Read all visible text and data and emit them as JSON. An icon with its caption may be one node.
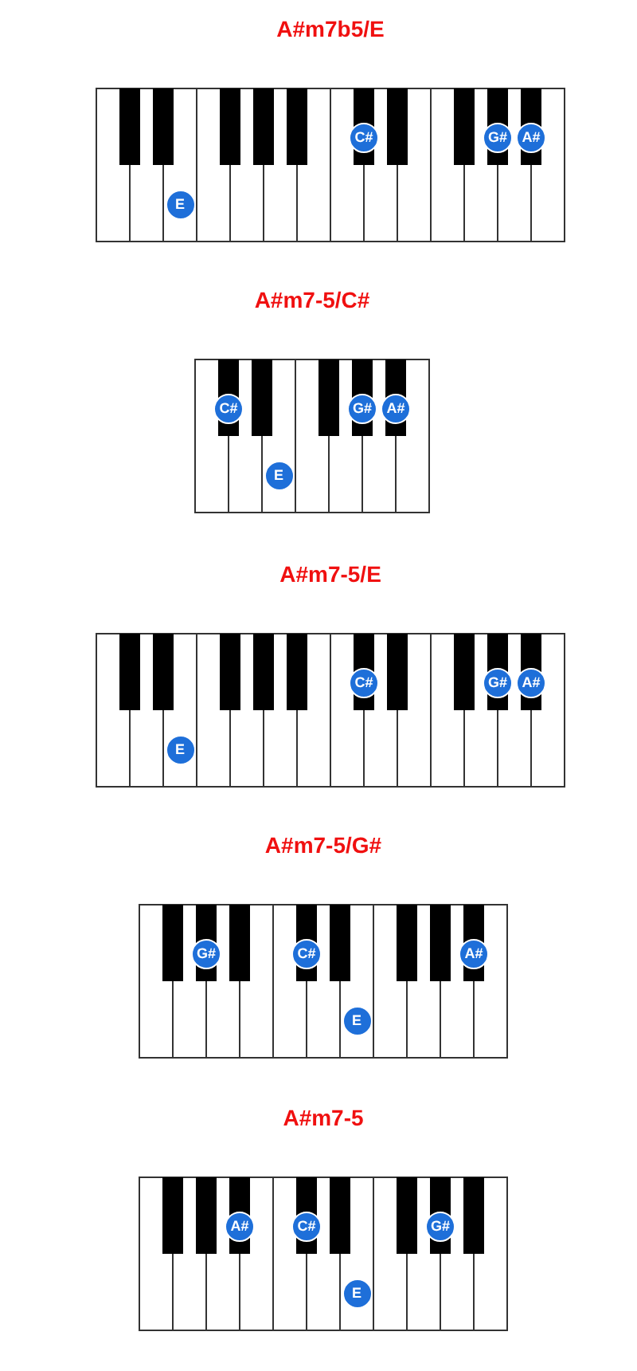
{
  "diagram": {
    "nodes": [
      {
        "text": [
          "A#m7b5/E"
        ]
      },
      {
        "text": [
          "E"
        ],
        "in": 0
      },
      {
        "text": [
          "C#"
        ],
        "in": 0
      },
      {
        "text": [
          "G#"
        ],
        "in": 0
      },
      {
        "text": [
          "A#"
        ],
        "in": 0
      },
      {
        "text": [
          "A#m7-5/C#"
        ]
      },
      {
        "text": [
          "C#"
        ],
        "in": 5
      },
      {
        "text": [
          "E"
        ],
        "in": 5
      },
      {
        "text": [
          "G#"
        ],
        "in": 5
      },
      {
        "text": [
          "A#"
        ],
        "in": 5
      },
      {
        "text": [
          "A#m7-5/E"
        ]
      },
      {
        "text": [
          "E"
        ],
        "in": 10
      },
      {
        "text": [
          "C#"
        ],
        "in": 10
      },
      {
        "text": [
          "G#"
        ],
        "in": 10
      },
      {
        "text": [
          "A#"
        ],
        "in": 10
      },
      {
        "text": [
          "A#m7-5/G#"
        ]
      },
      {
        "text": [
          "G#"
        ],
        "in": 15
      },
      {
        "text": [
          "C#"
        ],
        "in": 15
      },
      {
        "text": [
          "E"
        ],
        "in": 15
      },
      {
        "text": [
          "A#"
        ],
        "in": 15
      },
      {
        "text": [
          "A#m7-5"
        ]
      },
      {
        "text": [
          "A#"
        ],
        "in": 20
      },
      {
        "text": [
          "C#"
        ],
        "in": 20
      },
      {
        "text": [
          "E"
        ],
        "in": 20
      },
      {
        "text": [
          "G#"
        ],
        "in": 20
      }
    ]
  }
}
